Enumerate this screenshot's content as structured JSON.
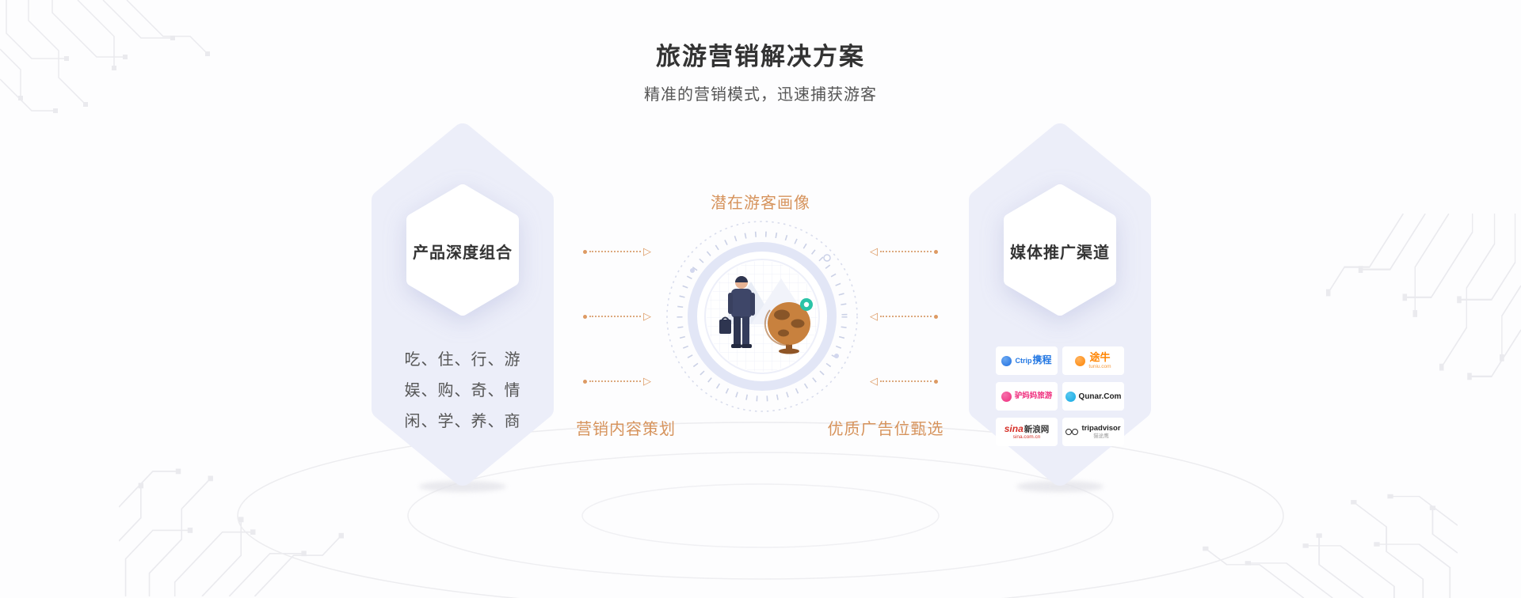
{
  "header": {
    "title": "旅游营销解决方案",
    "subtitle": "精准的营销模式，迅速捕获游客"
  },
  "left_card": {
    "title": "产品深度组合",
    "lines": [
      "吃、住、行、游",
      "娱、购、奇、情",
      "闲、学、养、商"
    ]
  },
  "center_labels": {
    "top": "潜在游客画像",
    "bottom_left": "营销内容策划",
    "bottom_right": "优质广告位甄选"
  },
  "right_card": {
    "title": "媒体推广渠道",
    "logos": [
      {
        "name": "ctrip",
        "prefix": "Ctrip",
        "main": "携程",
        "sub": "",
        "color": "#2478e3"
      },
      {
        "name": "tuniu",
        "prefix": "",
        "main": "途牛",
        "sub": "tuniu.com",
        "color": "#ff8400"
      },
      {
        "name": "lvmama",
        "prefix": "",
        "main": "驴妈妈旅游",
        "sub": "",
        "color": "#ef2d7d"
      },
      {
        "name": "qunar",
        "prefix": "",
        "main": "Qunar.Com",
        "sub": "",
        "color": "#14a9e3"
      },
      {
        "name": "sina",
        "prefix": "sina",
        "main": "新浪网",
        "sub": "sina.com.cn",
        "color": "#d52e26"
      },
      {
        "name": "tripadvisor",
        "prefix": "",
        "main": "tripadvisor",
        "sub": "猫途鹰",
        "color": "#2a2a2a"
      }
    ]
  },
  "icons": {
    "triangle_right": "▷",
    "triangle_left": "◁"
  },
  "colors": {
    "accent_orange": "#DD9A63",
    "card_background": "#ECEEF9",
    "title_text": "#333333",
    "body_text": "#555555",
    "page_background": "#FDFDFE"
  }
}
